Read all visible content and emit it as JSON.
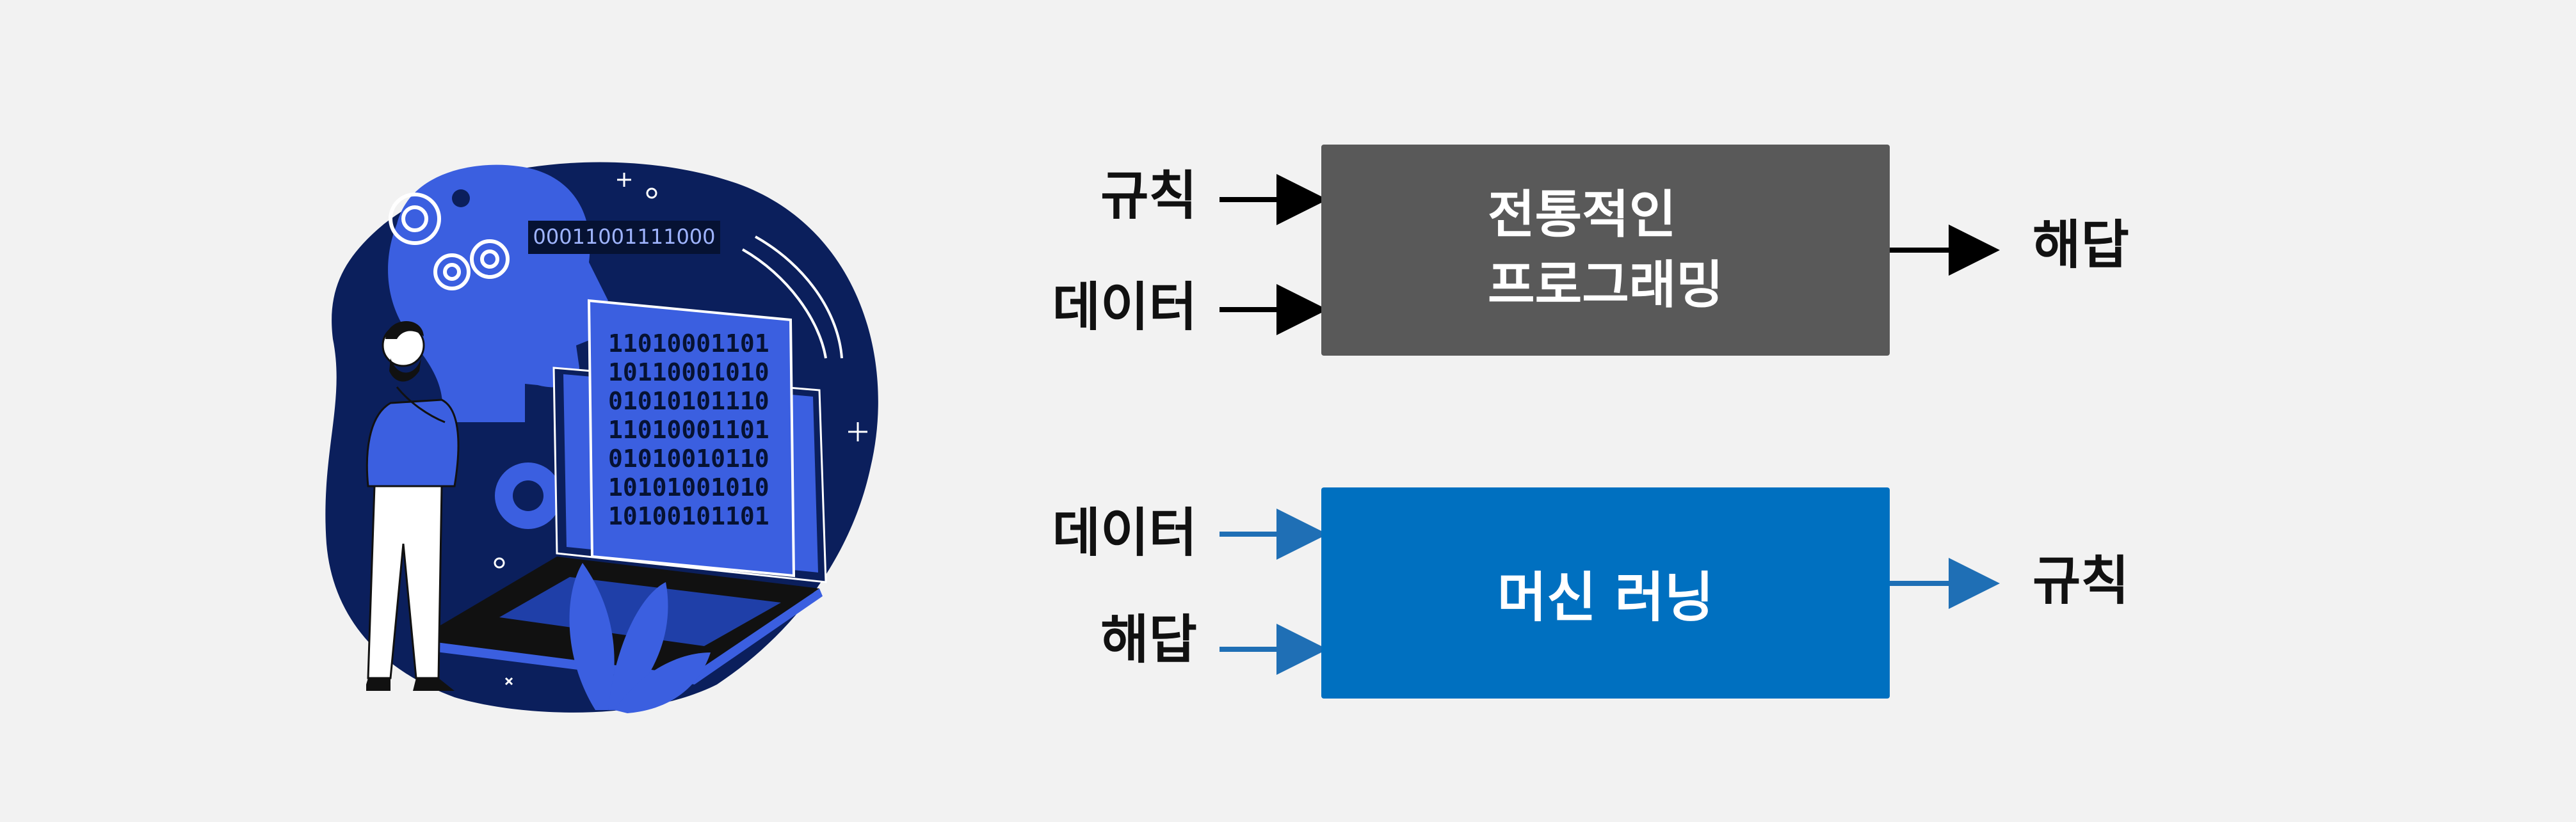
{
  "traditional": {
    "inputs": [
      "규칙",
      "데이터"
    ],
    "box_lines": [
      "전통적인",
      "프로그래밍"
    ],
    "output": "해답"
  },
  "machine_learning": {
    "inputs": [
      "데이터",
      "해답"
    ],
    "box_label": "머신 러닝",
    "output": "규칙"
  },
  "illustration": {
    "binary_header": "00011001111000",
    "binary_lines": [
      "11010001101",
      "10110001010",
      "01010101110",
      "11010001101",
      "01010010110",
      "10101001010",
      "10100101101"
    ]
  },
  "colors": {
    "traditional_box": "#595959",
    "ml_box": "#0070c0",
    "black_arrow": "#000000",
    "blue_arrow": "#1f6fb5",
    "illustration_navy": "#0b1f5c",
    "illustration_blue": "#3b5fe0"
  }
}
